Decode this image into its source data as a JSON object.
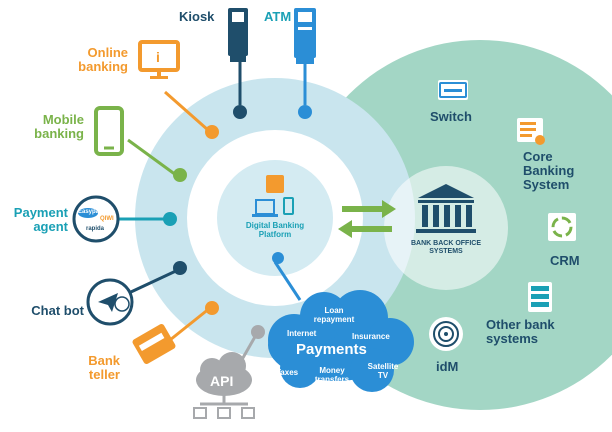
{
  "channels": {
    "kiosk": "Kiosk",
    "atm": "ATM",
    "online_banking": [
      "Online",
      "banking"
    ],
    "mobile_banking": [
      "Mobile",
      "banking"
    ],
    "payment_agent": [
      "Payment",
      "agent"
    ],
    "chat_bot": "Chat bot",
    "bank_teller": [
      "Bank",
      "teller"
    ],
    "api": "API"
  },
  "payment_agent_logos": [
    "Easypay",
    "QIWI",
    "rapida"
  ],
  "hub": {
    "title": [
      "Digital Banking",
      "Platform"
    ]
  },
  "back_office": {
    "title": [
      "BANK BACK OFFICE",
      "SYSTEMS"
    ]
  },
  "systems": {
    "switch": "Switch",
    "core_banking": [
      "Core",
      "Banking",
      "System"
    ],
    "crm": "CRM",
    "other": [
      "Other bank",
      "systems"
    ],
    "idm": "idM"
  },
  "payments": {
    "title": "Payments",
    "items": {
      "loan": [
        "Loan",
        "repayment"
      ],
      "internet": "Internet",
      "insurance": "Insurance",
      "taxes": "Taxes",
      "money": [
        "Money",
        "transfers"
      ],
      "satellite": [
        "Satellite",
        "TV"
      ]
    }
  },
  "colors": {
    "navy": "#1f4e6b",
    "teal": "#1aa0b5",
    "light_teal_ring": "#c9e5ee",
    "back_office_bg": "#a3d6c5",
    "orange": "#f39a2e",
    "green": "#7ab34a",
    "blue": "#2b8ed6",
    "gray": "#a7a9ac"
  }
}
